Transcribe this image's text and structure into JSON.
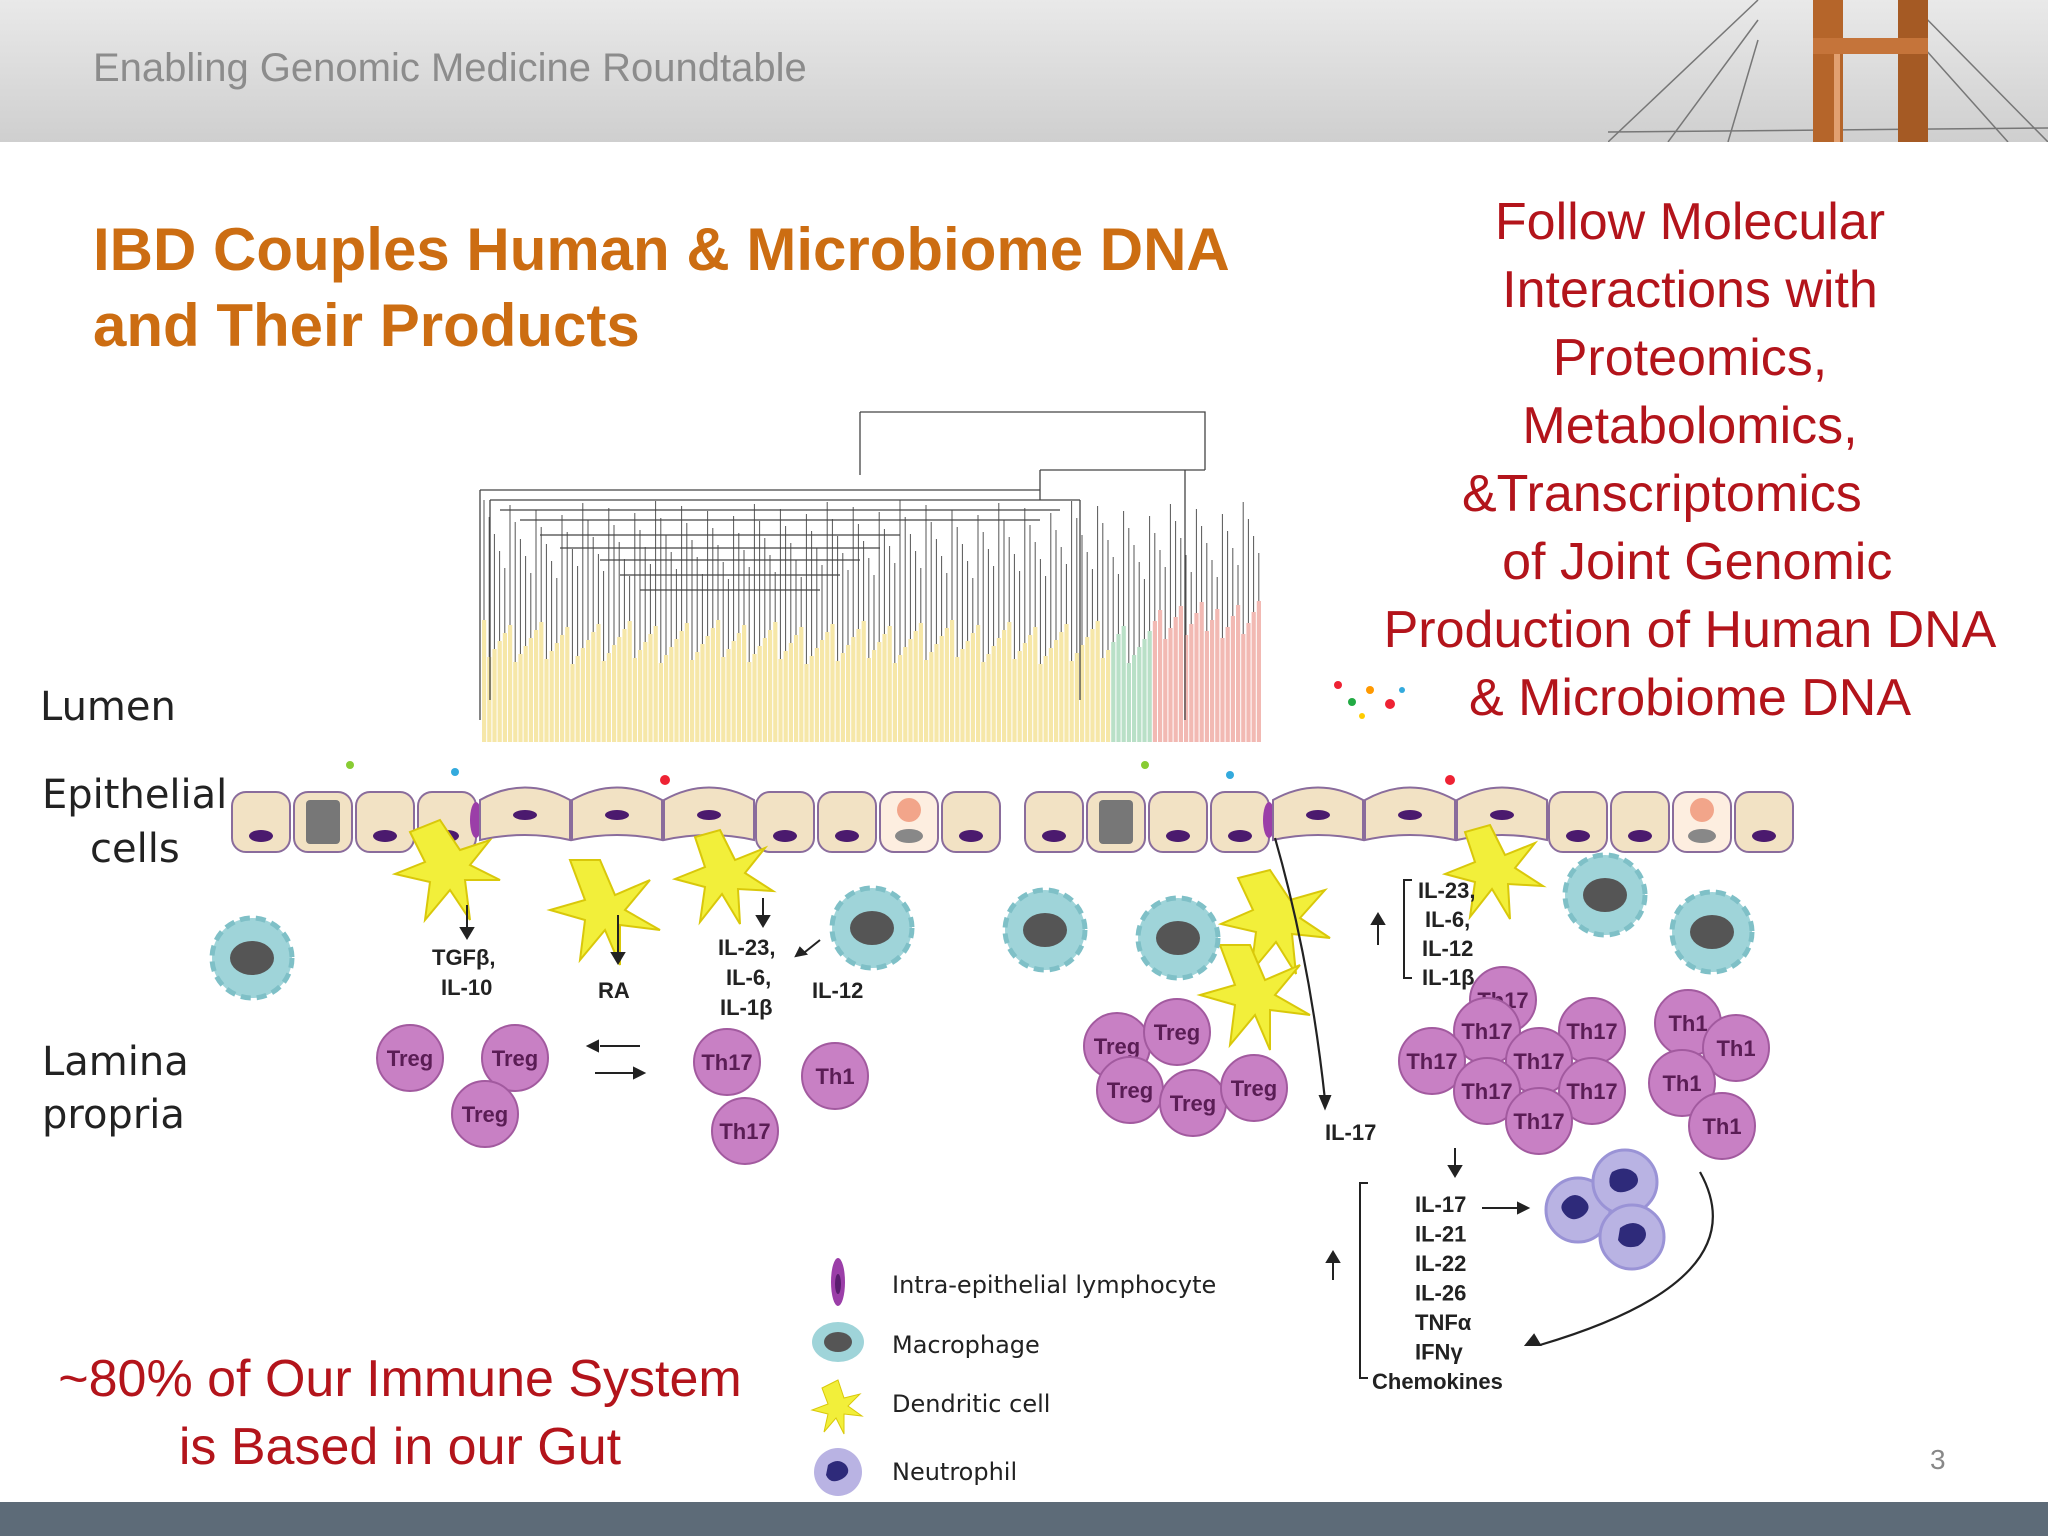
{
  "header": {
    "conference": "Enabling Genomic Medicine Roundtable"
  },
  "slide": {
    "title_line1": "IBD Couples Human & Microbiome DNA",
    "title_line2": "and Their Products",
    "right_lines": [
      "Follow Molecular",
      "Interactions with",
      "Proteomics,",
      "Metabolomics,",
      "&Transcriptomics",
      " of Joint Genomic",
      "Production of Human DNA",
      "& Microbiome DNA"
    ],
    "bottom_line1": "~80% of Our Immune System",
    "bottom_line2": "is Based in our Gut",
    "page_number": "3"
  },
  "diagram": {
    "region_labels": {
      "lumen": "Lumen",
      "epithelial1": "Epithelial",
      "epithelial2": "cells",
      "lamina1": "Lamina",
      "lamina2": "propria"
    },
    "left_cytokines": {
      "tgf1": "TGFβ,",
      "tgf2": "IL-10",
      "ra": "RA",
      "il23": "IL-23,",
      "il6": "IL-6,",
      "il1": "IL-1β",
      "il12": "IL-12"
    },
    "right_cytokines": {
      "il23": "IL-23,",
      "il6": "IL-6,",
      "il12": "IL-12",
      "il1": "IL-1β",
      "il17": "IL-17",
      "list": [
        "IL-17",
        "IL-21",
        "IL-22",
        "IL-26",
        "TNFα",
        "IFNγ",
        "Chemokines"
      ]
    },
    "cell_names": {
      "treg": "Treg",
      "th17": "Th17",
      "th1": "Th1"
    },
    "legend": [
      {
        "label": "Intra-epithelial lymphocyte",
        "icon": "lymphocyte-icon"
      },
      {
        "label": "Macrophage",
        "icon": "macrophage-icon"
      },
      {
        "label": "Dendritic cell",
        "icon": "dendritic-cell-icon"
      },
      {
        "label": "Neutrophil",
        "icon": "neutrophil-icon"
      }
    ],
    "colors": {
      "treg_fill": "#c880c4",
      "macrophage": "#9fd4d9",
      "dendritic": "#f2ef3a",
      "epithelial": "#f2e2c4",
      "nucleus": "#4b1a6e"
    }
  }
}
